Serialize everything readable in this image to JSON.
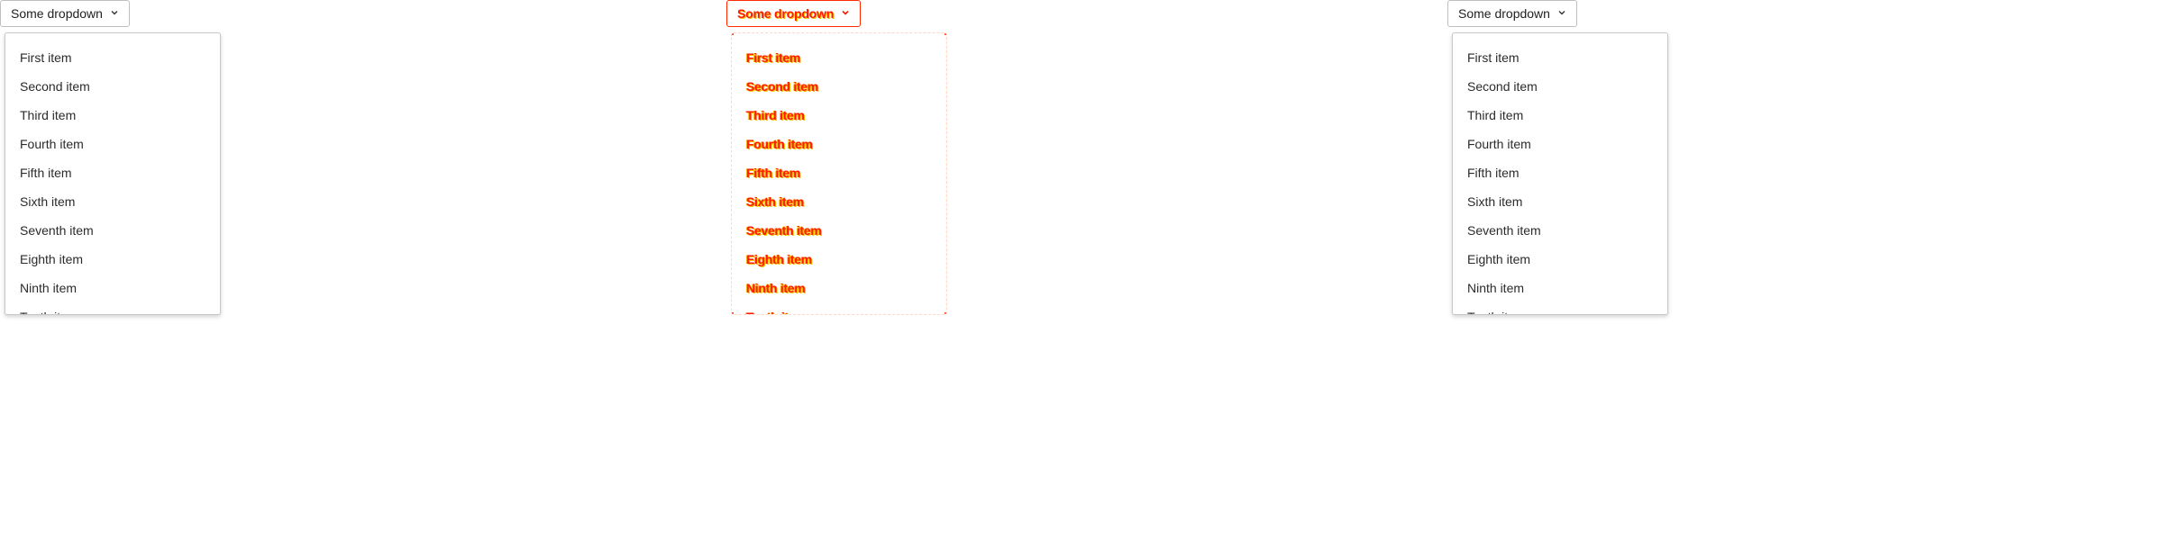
{
  "dropdown": {
    "trigger_label": "Some dropdown",
    "trigger_icon": "chevron-down-icon",
    "items": [
      "First item",
      "Second item",
      "Third item",
      "Fourth item",
      "Fifth item",
      "Sixth item",
      "Seventh item",
      "Eighth item",
      "Ninth item",
      "Tenth item"
    ]
  },
  "colors": {
    "diff_red": "#ff1a00",
    "diff_yellow": "#f2c200",
    "border_gray": "#bfbfbf"
  }
}
